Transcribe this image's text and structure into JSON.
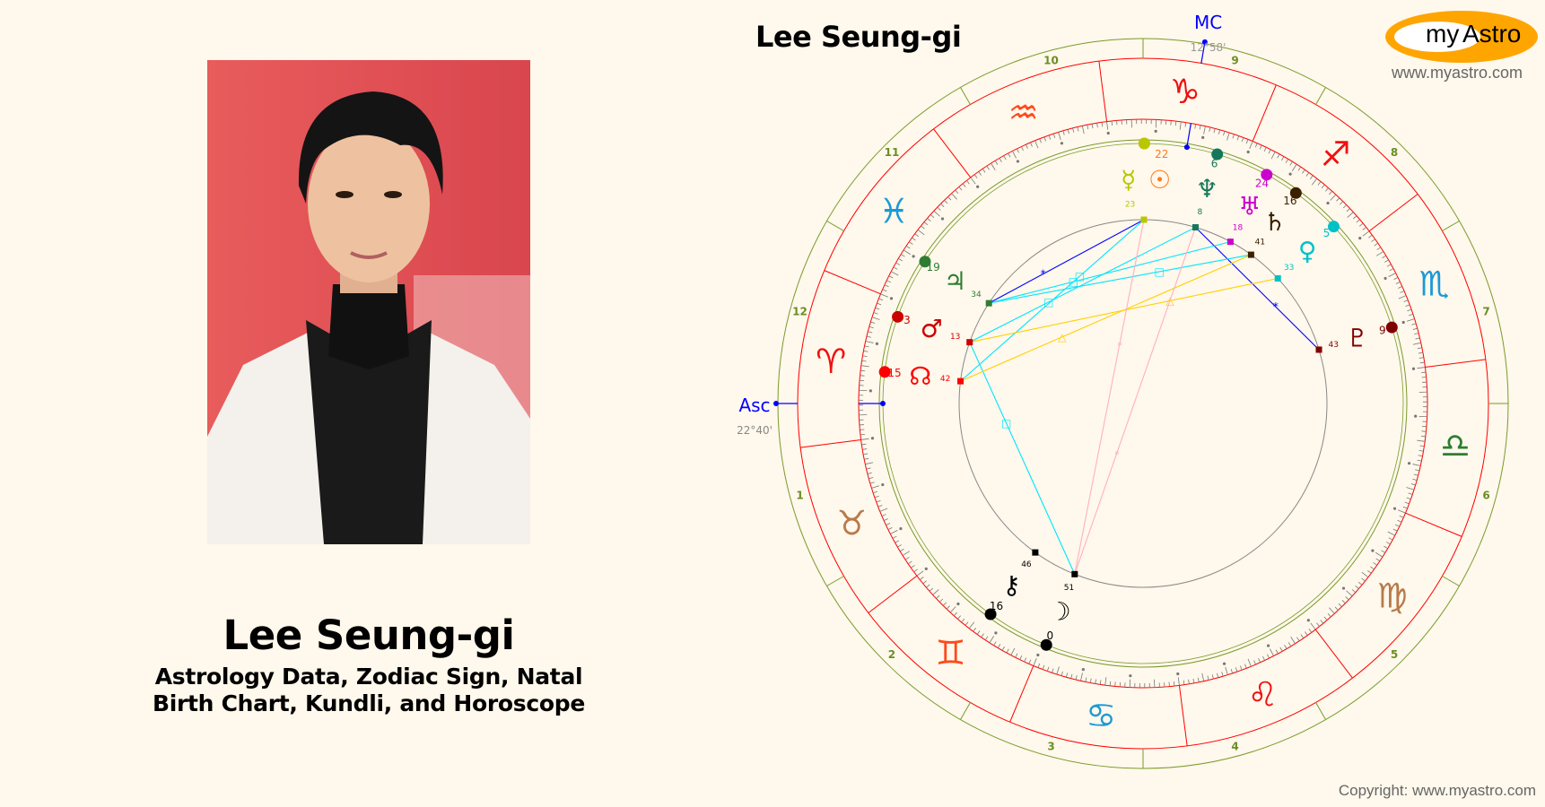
{
  "page": {
    "name": "Lee Seung-gi",
    "subtitle_line1": "Astrology Data, Zodiac Sign, Natal",
    "subtitle_line2": "Birth Chart, Kundli, and Horoscope",
    "copyright": "Copyright: www.myastro.com"
  },
  "logo": {
    "my": "my",
    "astro": "Astro",
    "url": "www.myastro.com",
    "color": "#ffa500"
  },
  "chart": {
    "title": "Lee Seung-gi",
    "asc": {
      "label": "Asc",
      "position": "22°40'",
      "longitude": 22.67,
      "color": "#0000ff"
    },
    "mc": {
      "label": "MC",
      "position": "12°58'",
      "longitude": 282.97,
      "color": "#0000ff"
    },
    "houses": [
      "1",
      "2",
      "3",
      "4",
      "5",
      "6",
      "7",
      "8",
      "9",
      "10",
      "11",
      "12"
    ],
    "signs": [
      {
        "name": "aries",
        "glyph": "♈",
        "color": "#ee1111"
      },
      {
        "name": "taurus",
        "glyph": "♉",
        "color": "#b87a4b"
      },
      {
        "name": "gemini",
        "glyph": "♊",
        "color": "#ff4a1a"
      },
      {
        "name": "cancer",
        "glyph": "♋",
        "color": "#1a9ad6"
      },
      {
        "name": "leo",
        "glyph": "♌",
        "color": "#ee1111"
      },
      {
        "name": "virgo",
        "glyph": "♍",
        "color": "#b87a4b"
      },
      {
        "name": "libra",
        "glyph": "♎",
        "color": "#2e7d32"
      },
      {
        "name": "scorpio",
        "glyph": "♏",
        "color": "#1a9ad6"
      },
      {
        "name": "sagittarius",
        "glyph": "♐",
        "color": "#ee1111"
      },
      {
        "name": "capricorn",
        "glyph": "♑",
        "color": "#ee1111"
      },
      {
        "name": "aquarius",
        "glyph": "♒",
        "color": "#ff4a1a"
      },
      {
        "name": "pisces",
        "glyph": "♓",
        "color": "#1a9ad6"
      }
    ],
    "planets": [
      {
        "name": "sun",
        "glyph": "☉",
        "deg": "22",
        "min": "",
        "longitude": 292.4,
        "color": "#ff7a1a"
      },
      {
        "name": "mercury",
        "glyph": "☿",
        "deg": "",
        "min": "23",
        "longitude": 292.4,
        "color": "#b8c800"
      },
      {
        "name": "neptune",
        "glyph": "♆",
        "deg": "6",
        "min": "8",
        "longitude": 276.1,
        "color": "#16785a"
      },
      {
        "name": "uranus",
        "glyph": "♅",
        "deg": "24",
        "min": "18",
        "longitude": 264.3,
        "color": "#cc00cc"
      },
      {
        "name": "saturn",
        "glyph": "♄",
        "deg": "16",
        "min": "41",
        "longitude": 256.7,
        "color": "#3a2000"
      },
      {
        "name": "venus",
        "glyph": "♀",
        "deg": "5",
        "min": "33",
        "longitude": 245.55,
        "color": "#00c0c8"
      },
      {
        "name": "pluto",
        "glyph": "♇",
        "deg": "9",
        "min": "43",
        "longitude": 219.7,
        "color": "#800000"
      },
      {
        "name": "jupiter",
        "glyph": "♃",
        "deg": "19",
        "min": "34",
        "longitude": 349.6,
        "color": "#2e7d32"
      },
      {
        "name": "mars",
        "glyph": "♂",
        "deg": "3",
        "min": "13",
        "longitude": 3.2,
        "color": "#cc0000"
      },
      {
        "name": "north-node",
        "glyph": "☊",
        "deg": "15",
        "min": "42",
        "longitude": 15.7,
        "color": "#ff0000"
      },
      {
        "name": "chiron",
        "glyph": "⚷",
        "deg": "16",
        "min": "46",
        "longitude": 76.8,
        "color": "#000000"
      },
      {
        "name": "moon",
        "glyph": "☽",
        "deg": "0",
        "min": "51",
        "longitude": 90.85,
        "color": "#000000"
      }
    ],
    "aspects": [
      {
        "from": "jupiter",
        "to": "sun",
        "type": "sextile",
        "color": "#0000ff",
        "mark": "*"
      },
      {
        "from": "neptune",
        "to": "pluto",
        "type": "sextile",
        "color": "#0000ff",
        "mark": "*"
      },
      {
        "from": "jupiter",
        "to": "uranus",
        "type": "square",
        "color": "#00e5ff",
        "mark": "□"
      },
      {
        "from": "jupiter",
        "to": "saturn",
        "type": "square",
        "color": "#00e5ff",
        "mark": "□"
      },
      {
        "from": "mars",
        "to": "neptune",
        "type": "square",
        "color": "#00e5ff",
        "mark": "□"
      },
      {
        "from": "north-node",
        "to": "sun",
        "type": "square",
        "color": "#00e5ff",
        "mark": "□"
      },
      {
        "from": "mars",
        "to": "moon",
        "type": "square",
        "color": "#00e5ff",
        "mark": "□"
      },
      {
        "from": "mars",
        "to": "venus",
        "type": "trine",
        "color": "#ffd000",
        "mark": "△"
      },
      {
        "from": "north-node",
        "to": "saturn",
        "type": "trine",
        "color": "#ffd000",
        "mark": "△"
      },
      {
        "from": "moon",
        "to": "sun",
        "type": "quincunx",
        "color": "#ffb0c0",
        "mark": "∘"
      },
      {
        "from": "moon",
        "to": "neptune",
        "type": "quincunx",
        "color": "#ffb0c0",
        "mark": "∘"
      }
    ]
  }
}
